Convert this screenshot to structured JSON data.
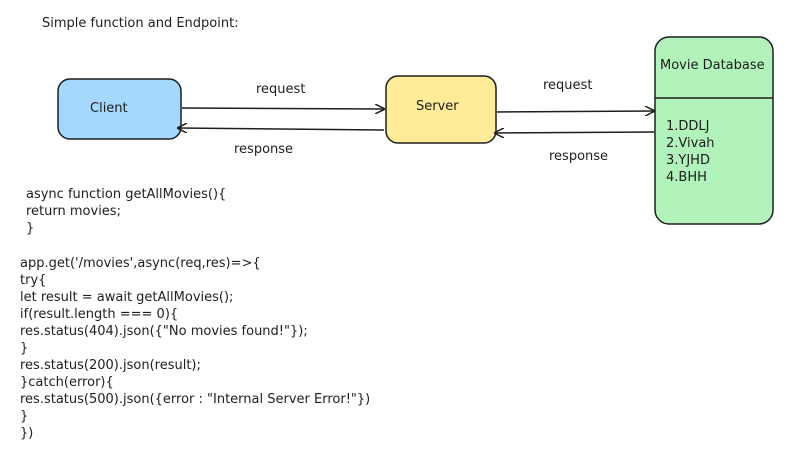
{
  "title": "Simple function and Endpoint:",
  "colors": {
    "client_fill": "#a5d8ff",
    "server_fill": "#ffec99",
    "database_fill": "#b2f2bb",
    "stroke": "#1e1e1e"
  },
  "nodes": {
    "client": {
      "label": "Client"
    },
    "server": {
      "label": "Server"
    },
    "database": {
      "label": "Movie Database",
      "items": [
        "1.DDLJ",
        "2.Vivah",
        "3.YJHD",
        "4.BHH"
      ]
    }
  },
  "edges": {
    "client_server_request": "request",
    "server_client_response": "response",
    "server_db_request": "request",
    "db_server_response": "response"
  },
  "code_blocks": {
    "function": [
      "async function getAllMovies(){",
      "return movies;",
      "}"
    ],
    "endpoint": [
      "app.get('/movies',async(req,res)=>{",
      "try{",
      "let result = await getAllMovies();",
      "if(result.length === 0){",
      "res.status(404).json({\"No movies found!\"});",
      "}",
      "res.status(200).json(result);",
      "}catch(error){",
      "res.status(500).json({error : \"Internal Server Error!\"})",
      "}",
      "})"
    ]
  }
}
